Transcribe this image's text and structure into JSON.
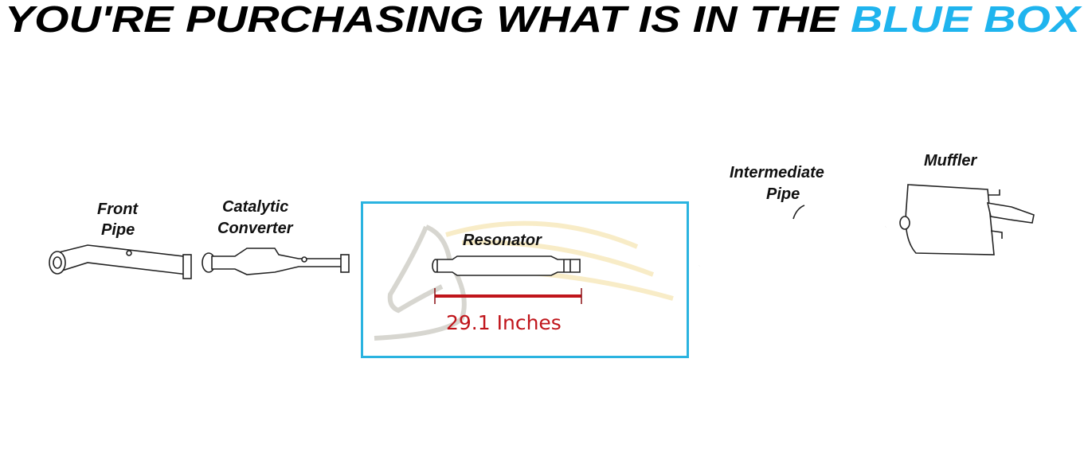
{
  "header": {
    "title_prefix": "YOU'RE PURCHASING WHAT IS IN THE",
    "title_highlight": "BLUE BOX"
  },
  "colors": {
    "highlight": "#1fb4ee",
    "box_border": "#2ab3e0",
    "measure": "#c0151b"
  },
  "parts": {
    "front_pipe": [
      "Front",
      "Pipe"
    ],
    "catalytic_converter": [
      "Catalytic",
      "Converter"
    ],
    "resonator": "Resonator",
    "intermediate_pipe": [
      "Intermediate",
      "Pipe"
    ],
    "muffler": "Muffler"
  },
  "measurement": "29.1 Inches"
}
